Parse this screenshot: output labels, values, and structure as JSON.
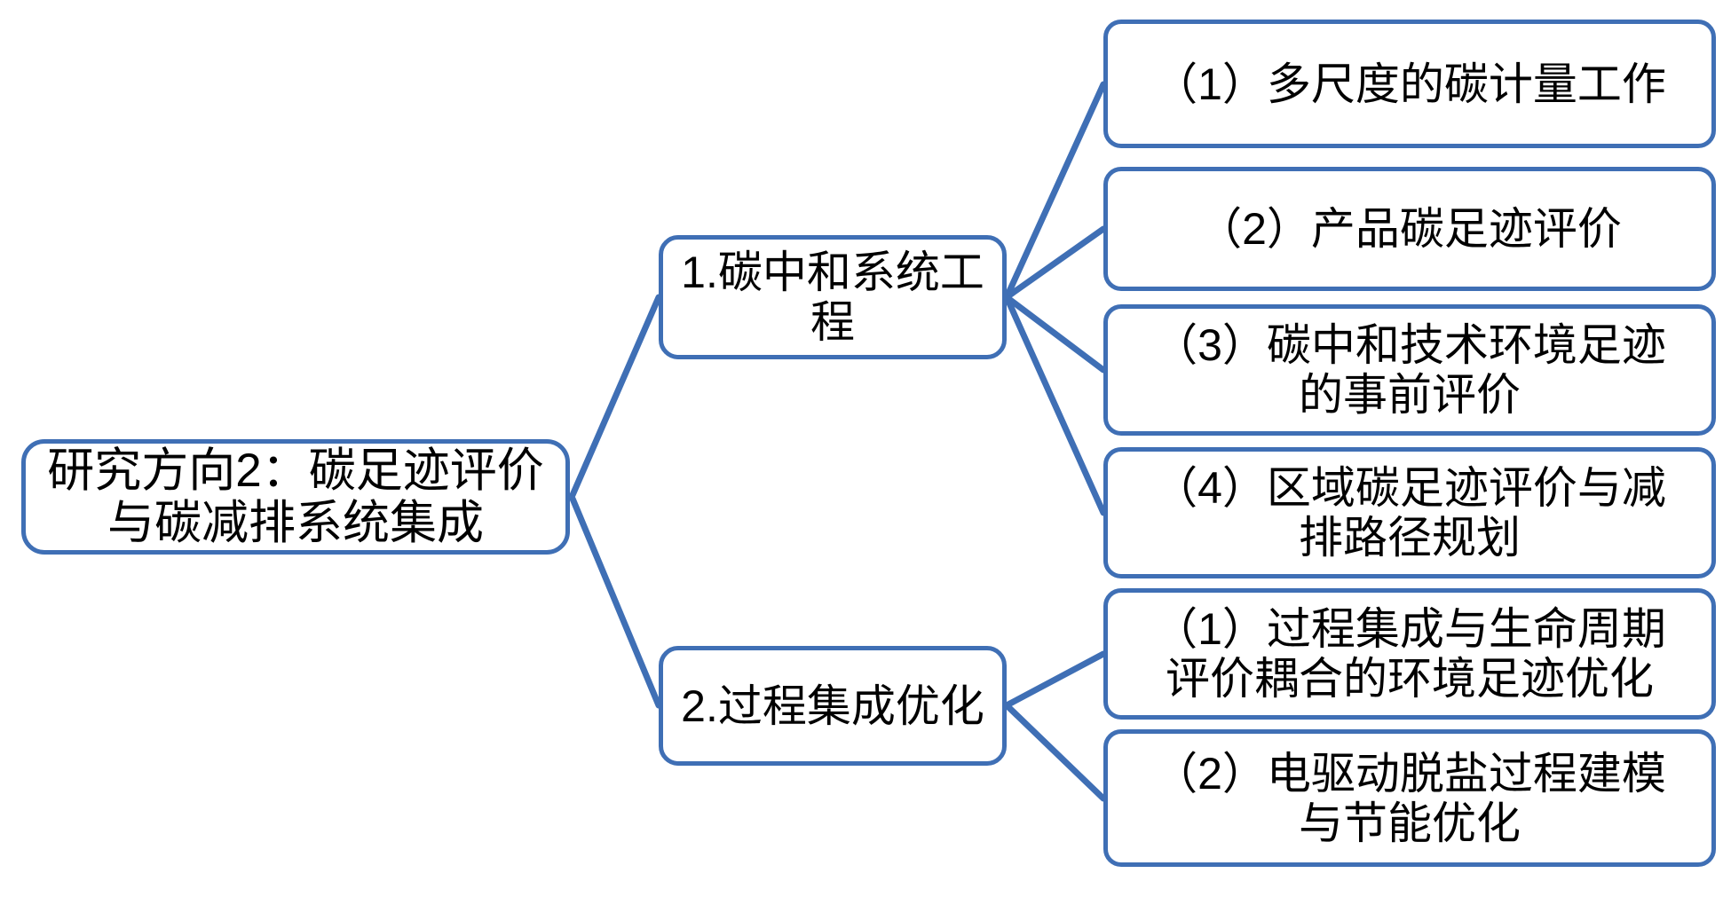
{
  "diagram": {
    "title_node": "研究方向2：碳足迹评价\n与碳减排系统集成",
    "accent_color": "#3f6fb5",
    "background_color": "#ffffff",
    "text_color": "#000000",
    "branches": [
      {
        "id": "branch-1",
        "label": "1.碳中和系统工\n程",
        "leaves": [
          "（1）多尺度的碳计量工作",
          "（2）产品碳足迹评价",
          "（3）碳中和技术环境足迹\n的事前评价",
          "（4）区域碳足迹评价与减\n排路径规划"
        ]
      },
      {
        "id": "branch-2",
        "label": "2.过程集成优化",
        "leaves": [
          "（1）过程集成与生命周期\n评价耦合的环境足迹优化",
          "（2）电驱动脱盐过程建模\n与节能优化"
        ]
      }
    ]
  },
  "chart_data": {
    "type": "diagram",
    "subtype": "mind-map-tree",
    "orientation": "left-to-right",
    "root": "研究方向2：碳足迹评价与碳减排系统集成",
    "levels": 3,
    "nodes": [
      {
        "id": "root",
        "level": 0,
        "text": "研究方向2：碳足迹评价与碳减排系统集成",
        "parent": null
      },
      {
        "id": "b1",
        "level": 1,
        "text": "1.碳中和系统工程",
        "parent": "root"
      },
      {
        "id": "b2",
        "level": 1,
        "text": "2.过程集成优化",
        "parent": "root"
      },
      {
        "id": "b1l1",
        "level": 2,
        "text": "（1）多尺度的碳计量工作",
        "parent": "b1"
      },
      {
        "id": "b1l2",
        "level": 2,
        "text": "（2）产品碳足迹评价",
        "parent": "b1"
      },
      {
        "id": "b1l3",
        "level": 2,
        "text": "（3）碳中和技术环境足迹的事前评价",
        "parent": "b1"
      },
      {
        "id": "b1l4",
        "level": 2,
        "text": "（4）区域碳足迹评价与减排路径规划",
        "parent": "b1"
      },
      {
        "id": "b2l1",
        "level": 2,
        "text": "（1）过程集成与生命周期评价耦合的环境足迹优化",
        "parent": "b2"
      },
      {
        "id": "b2l2",
        "level": 2,
        "text": "（2）电驱动脱盐过程建模与节能优化",
        "parent": "b2"
      }
    ],
    "edges": [
      {
        "from": "root",
        "to": "b1"
      },
      {
        "from": "root",
        "to": "b2"
      },
      {
        "from": "b1",
        "to": "b1l1"
      },
      {
        "from": "b1",
        "to": "b1l2"
      },
      {
        "from": "b1",
        "to": "b1l3"
      },
      {
        "from": "b1",
        "to": "b1l4"
      },
      {
        "from": "b2",
        "to": "b2l1"
      },
      {
        "from": "b2",
        "to": "b2l2"
      }
    ]
  }
}
